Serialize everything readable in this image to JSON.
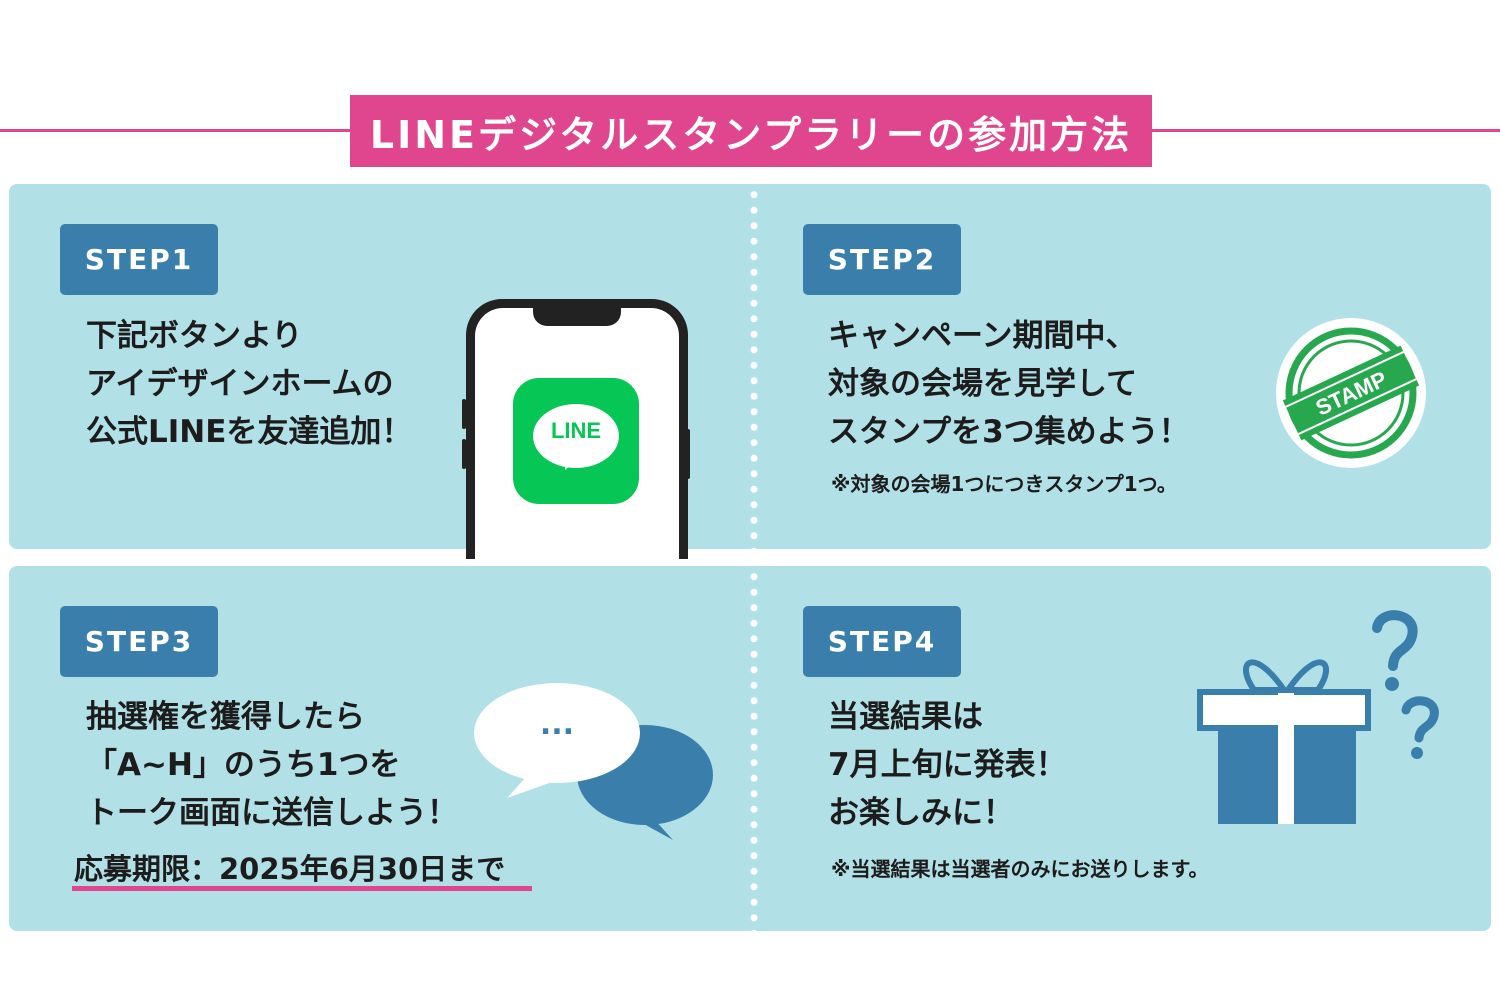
{
  "title": "LINEデジタルスタンプラリーの参加方法",
  "steps": [
    {
      "label": "STEP1",
      "lines": [
        "下記ボタンより",
        "アイデザインホームの",
        "公式LINEを友達追加！"
      ],
      "app_icon_text": "LINE"
    },
    {
      "label": "STEP2",
      "lines": [
        "キャンペーン期間中、",
        "対象の会場を見学して",
        "スタンプを3つ集めよう！"
      ],
      "note": "※対象の会場1つにつきスタンプ1つ。",
      "stamp_text": "STAMP"
    },
    {
      "label": "STEP3",
      "lines": [
        "抽選権を獲得したら",
        "「A~H」のうち1つを",
        "トーク画面に送信しよう！"
      ],
      "deadline": "応募期限：2025年6月30日まで",
      "bubble_text": "..."
    },
    {
      "label": "STEP4",
      "lines": [
        "当選結果は",
        "7月上旬に発表！",
        "お楽しみに！"
      ],
      "note": "※当選結果は当選者のみにお送りします。"
    }
  ],
  "colors": {
    "pink": "#e0468e",
    "panel": "#b2e0e7",
    "blue": "#3a7fab",
    "line_green": "#06c755",
    "stamp_green": "#27a84f"
  }
}
